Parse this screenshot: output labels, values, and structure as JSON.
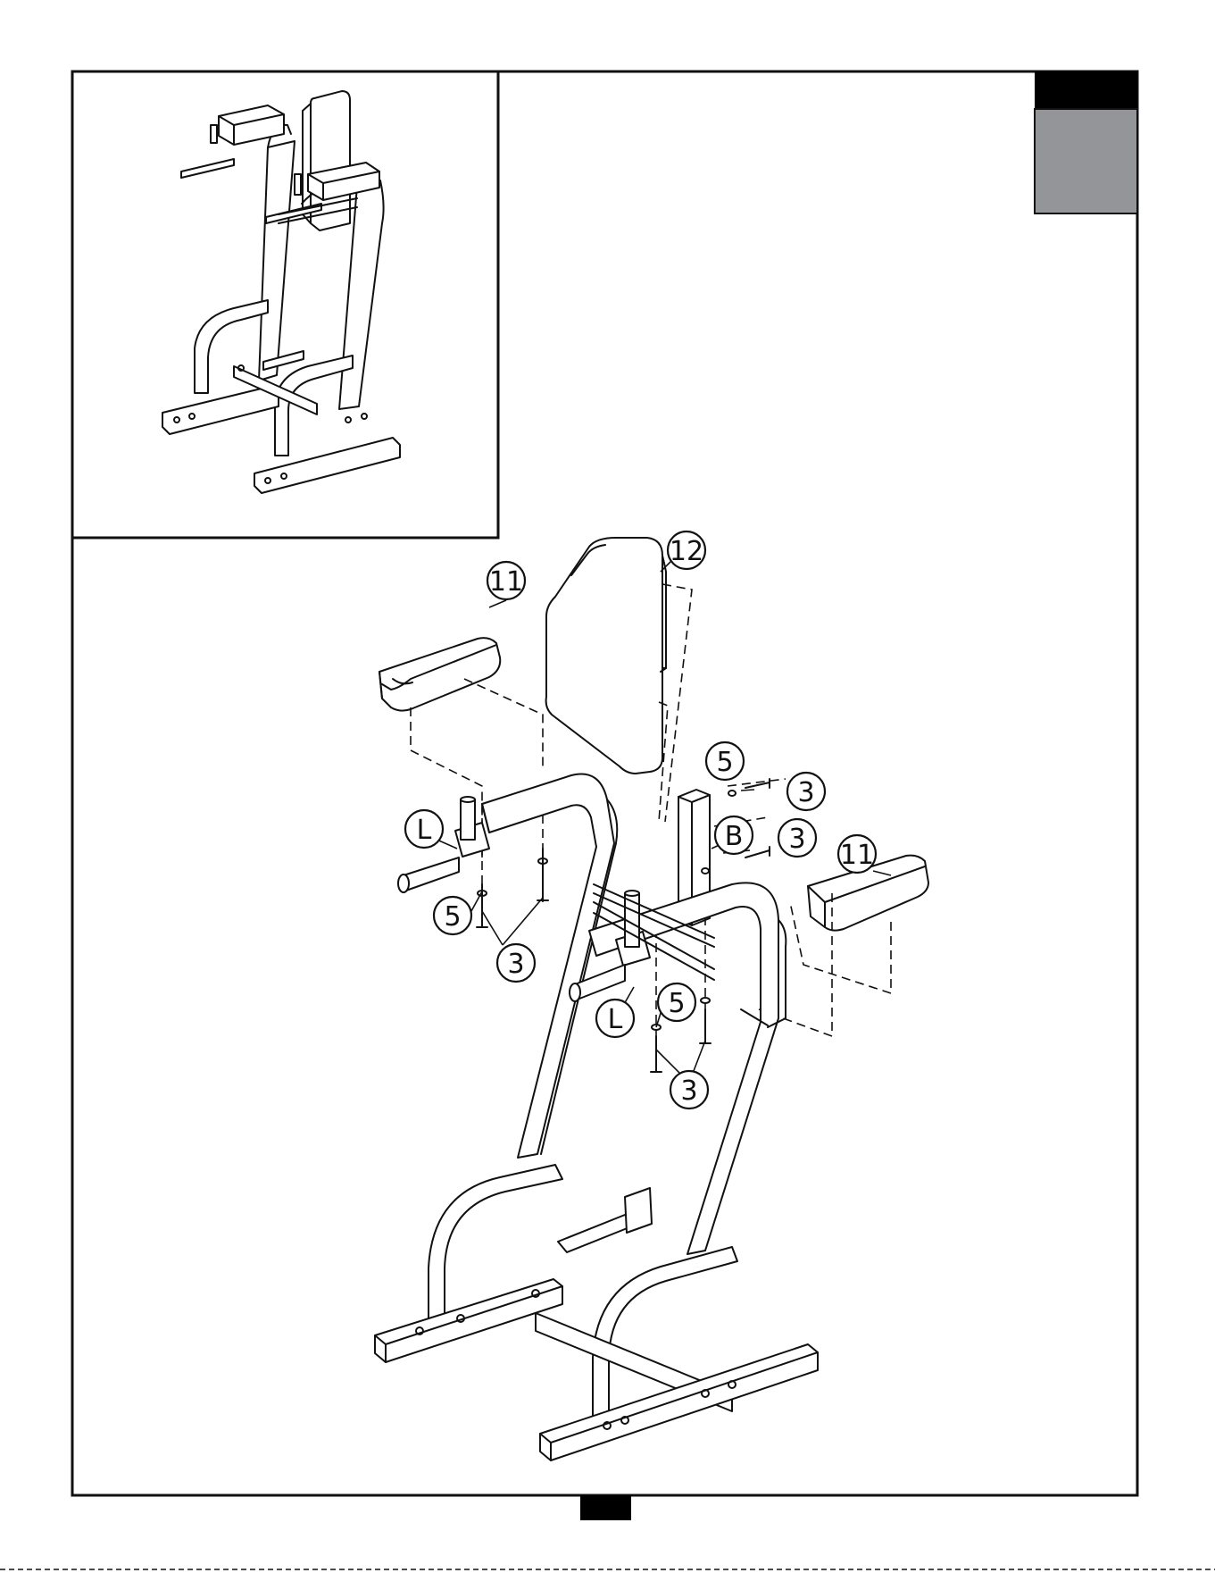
{
  "colors": {
    "line": "#111111",
    "tab_dark": "#000000",
    "tab_gray": "#939598",
    "page_badge": "#000000"
  },
  "callouts": [
    {
      "id": "callout-11-left",
      "label": "11"
    },
    {
      "id": "callout-12",
      "label": "12"
    },
    {
      "id": "callout-5-top",
      "label": "5"
    },
    {
      "id": "callout-3-top-a",
      "label": "3"
    },
    {
      "id": "callout-b",
      "label": "B"
    },
    {
      "id": "callout-3-top-b",
      "label": "3"
    },
    {
      "id": "callout-11-right",
      "label": "11"
    },
    {
      "id": "callout-l-left",
      "label": "L"
    },
    {
      "id": "callout-5-left",
      "label": "5"
    },
    {
      "id": "callout-3-left",
      "label": "3"
    },
    {
      "id": "callout-l-right",
      "label": "L"
    },
    {
      "id": "callout-5-right",
      "label": "5"
    },
    {
      "id": "callout-3-right",
      "label": "3"
    }
  ]
}
